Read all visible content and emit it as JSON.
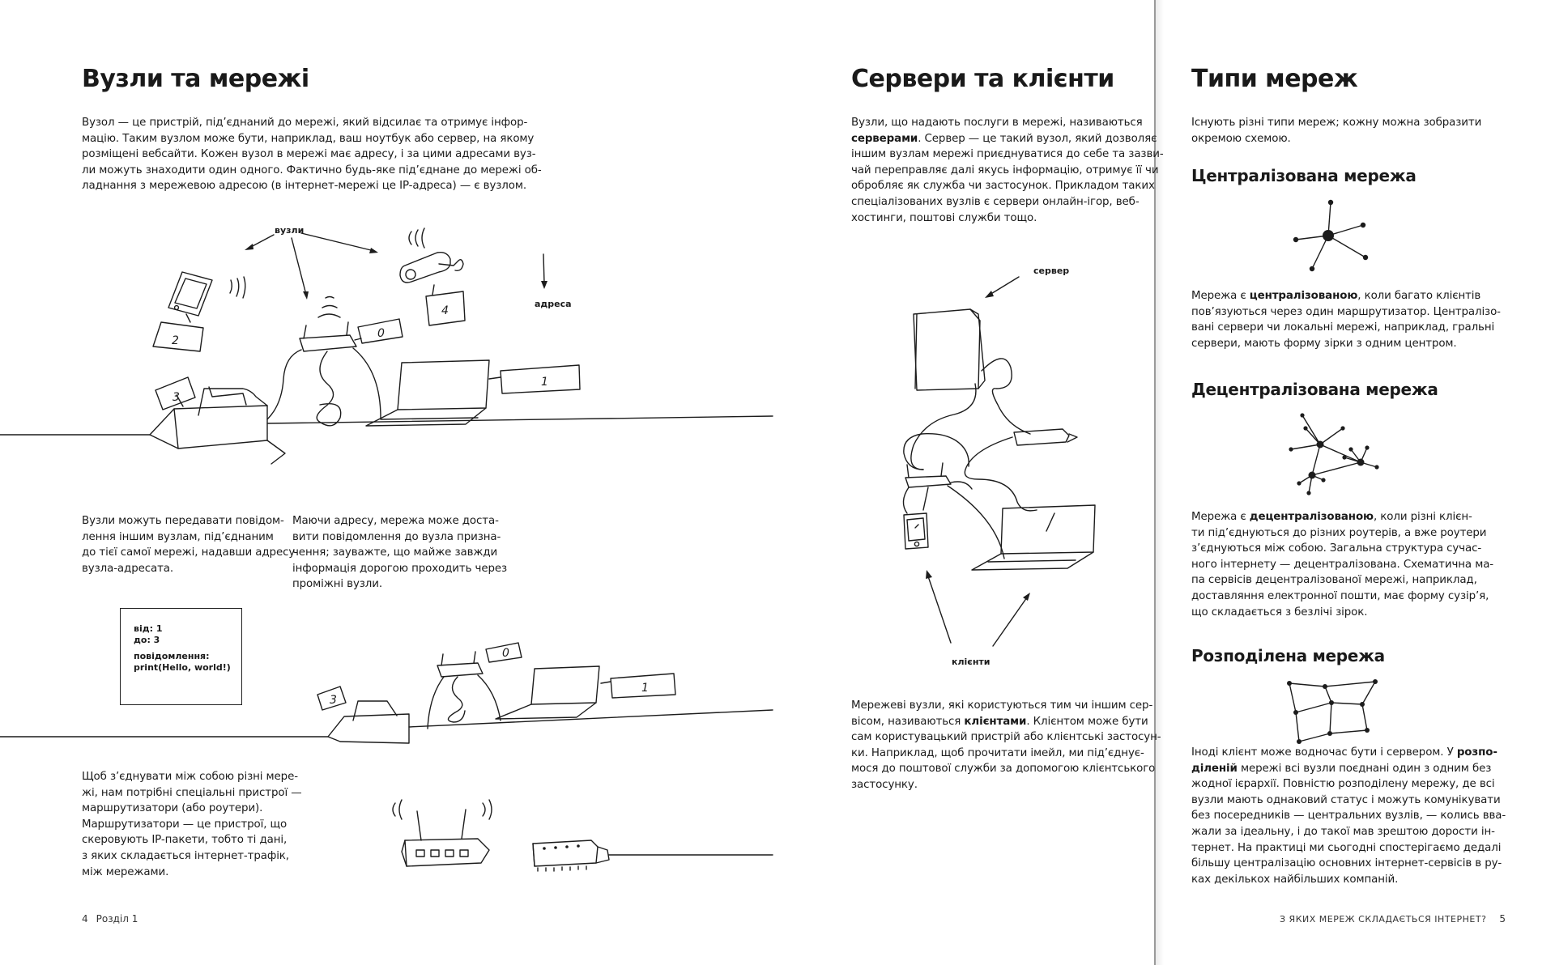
{
  "left_page": {
    "title": "Вузли та мережі",
    "intro": [
      "Вузол — це пристрій, під’єднаний до мережі, який відсилає та отримує інфор-",
      "мацію. Таким вузлом може бути, наприклад, ваш ноутбук або сервер, на якому",
      "розміщені вебсайти. Кожен вузол в мережі має адресу, і за цими адресами вуз-",
      "ли можуть знаходити один одного. Фактично будь-яке під’єднане до мережі об-",
      "ладнання з мережевою адресою (в інтернет-мережі це IP-адреса) — є вузлом."
    ],
    "label_nodes": "вузли",
    "label_address": "адреса",
    "col1": [
      "Вузли можуть передавати повідом-",
      "лення іншим вузлам, під’єднаним",
      "до тієї самої мережі, надавши адресу",
      "вузла-адресата."
    ],
    "col2": [
      "Маючи адресу, мережа може доста-",
      "вити повідомлення до вузла призна-",
      "чення; зауважте, що майже завжди",
      "інформація дорогою проходить через",
      "проміжні вузли."
    ],
    "message_box": {
      "from": "від: 1",
      "to": "до: 3",
      "label": "повідомлення:",
      "body": "print(Hello, world!)"
    },
    "routers": [
      "Щоб з’єднувати між собою різні мере-",
      "жі, нам потрібні спеціальні пристрої —",
      "маршрутизатори (або роутери).",
      "Маршрутизатори — це пристрої, що",
      "скеровують IP-пакети, тобто ті дані,",
      "з яких складається інтернет-трафік,",
      "між мережами."
    ],
    "page_number": "4",
    "section": "Розділ 1"
  },
  "middle": {
    "title": "Сервери та клієнти",
    "intro_lines": [
      [
        {
          "t": "Вузли, що надають послуги в мережі, називаються"
        }
      ],
      [
        {
          "t": "серверами",
          "b": true
        },
        {
          "t": ". Сервер — це такий вузол, який дозволяє"
        }
      ],
      [
        {
          "t": "іншим вузлам мережі приєднуватися до себе та зазви-"
        }
      ],
      [
        {
          "t": "чай переправляє далі якусь інформацію, отримує її чи"
        }
      ],
      [
        {
          "t": "обробляє як служба чи застосунок. Прикладом таких"
        }
      ],
      [
        {
          "t": "спеціалізованих вузлів є сервери онлайн-ігор, веб-"
        }
      ],
      [
        {
          "t": "хостинги, поштові служби тощо."
        }
      ]
    ],
    "label_server": "сервер",
    "label_clients": "клієнти",
    "clients_lines": [
      [
        {
          "t": "Мережеві вузли, які користуються тим чи іншим сер-"
        }
      ],
      [
        {
          "t": "вісом, називаються "
        },
        {
          "t": "клієнтами",
          "b": true
        },
        {
          "t": ". Клієнтом може бути"
        }
      ],
      [
        {
          "t": "сам користувацький пристрій або клієнтські застосун-"
        }
      ],
      [
        {
          "t": "ки. Наприклад, щоб прочитати імейл, ми під’єднує-"
        }
      ],
      [
        {
          "t": "мося до поштової служби за допомогою клієнтського"
        }
      ],
      [
        {
          "t": "застосунку."
        }
      ]
    ]
  },
  "right_page": {
    "title": "Типи мереж",
    "intro": [
      "Існують різні типи мереж; кожну можна зобразити",
      "окремою схемою."
    ],
    "centralized": {
      "title": "Централізована мережа",
      "lines": [
        [
          {
            "t": "Мережа є "
          },
          {
            "t": "централізованою",
            "b": true
          },
          {
            "t": ", коли багато клієнтів"
          }
        ],
        [
          {
            "t": "пов’язуються через один маршрутизатор. Централізо-"
          }
        ],
        [
          {
            "t": "вані сервери чи локальні мережі, наприклад, гральні"
          }
        ],
        [
          {
            "t": "сервери, мають форму зірки з одним центром."
          }
        ]
      ]
    },
    "decentralized": {
      "title": "Децентралізована мережа",
      "lines": [
        [
          {
            "t": "Мережа є "
          },
          {
            "t": "децентралізованою",
            "b": true
          },
          {
            "t": ", коли різні клієн-"
          }
        ],
        [
          {
            "t": "ти під’єднуються до різних роутерів, а вже роутери"
          }
        ],
        [
          {
            "t": "з’єднуються між собою. Загальна структура сучас-"
          }
        ],
        [
          {
            "t": "ного інтернету — децентралізована. Схематична ма-"
          }
        ],
        [
          {
            "t": "па сервісів децентралізованої мережі, наприклад,"
          }
        ],
        [
          {
            "t": "доставляння електронної пошти, має форму сузір’я,"
          }
        ],
        [
          {
            "t": "що складається з безлічі зірок."
          }
        ]
      ]
    },
    "distributed": {
      "title": "Розподілена мережа",
      "lines": [
        [
          {
            "t": "Іноді клієнт може водночас бути і сервером. У "
          },
          {
            "t": "розпо-",
            "b": true
          }
        ],
        [
          {
            "t": "діленій",
            "b": true
          },
          {
            "t": " мережі всі вузли поєднані один з одним без"
          }
        ],
        [
          {
            "t": "жодної ієрархії. Повністю розподілену мережу, де всі"
          }
        ],
        [
          {
            "t": "вузли мають однаковий статус і можуть комунікувати"
          }
        ],
        [
          {
            "t": "без посередників — центральних вузлів, — колись вва-"
          }
        ],
        [
          {
            "t": "жали за ідеальну, і до такої мав зрештою дорости ін-"
          }
        ],
        [
          {
            "t": "тернет. На практиці ми сьогодні спостерігаємо дедалі"
          }
        ],
        [
          {
            "t": "більшу централізацію основних інтернет-сервісів в ру-"
          }
        ],
        [
          {
            "t": "ках декількох найбільших компаній."
          }
        ]
      ]
    },
    "running_head": "З ЯКИХ МЕРЕЖ СКЛАДАЄТЬСЯ ІНТЕРНЕТ?",
    "page_number": "5"
  },
  "tags": {
    "phone": "2",
    "camera": "4",
    "router": "0",
    "printer": "3",
    "laptop": "1"
  }
}
